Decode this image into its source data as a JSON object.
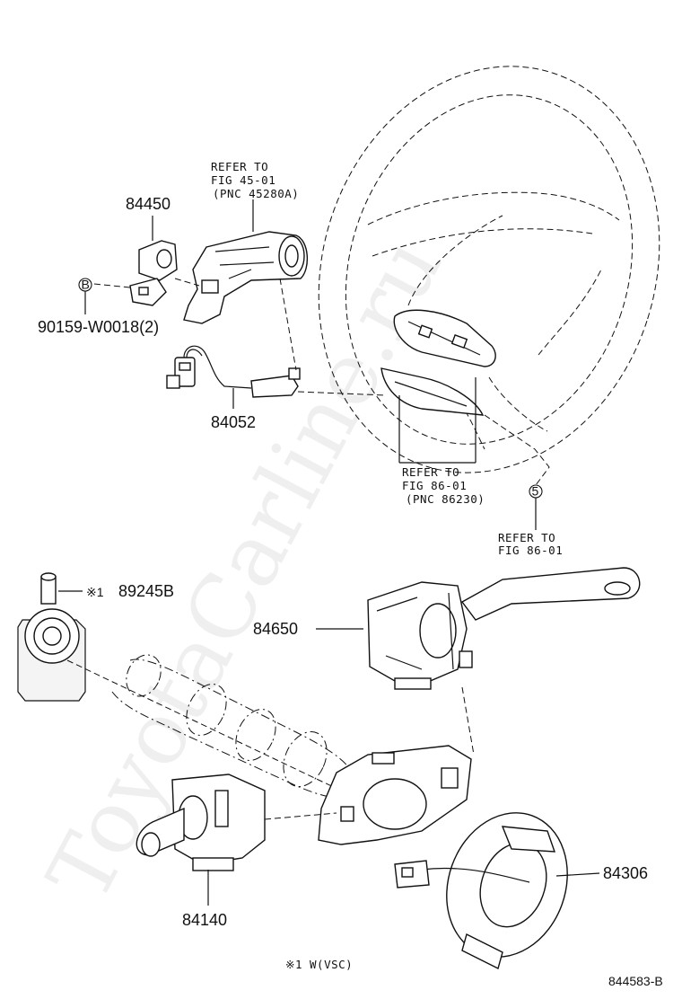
{
  "parts": {
    "p84450": "84450",
    "p90159": "90159-W0018(2)",
    "p84052": "84052",
    "p89245B": "89245B",
    "p84650": "84650",
    "p84306": "84306",
    "p84140": "84140"
  },
  "refs": {
    "ref1": {
      "line1": "REFER TO",
      "line2": "FIG 45-01",
      "line3": "(PNC 45280A)"
    },
    "ref2": {
      "line1": "REFER TO",
      "line2": "FIG 86-01",
      "line3": "(PNC 86230)"
    },
    "ref3": {
      "line1": "REFER TO",
      "line2": "FIG 86-01"
    }
  },
  "markers": {
    "b": "B",
    "five": "5",
    "note_symbol": "※1"
  },
  "footnote": "※1 W(VSC)",
  "diagram_code": "844583-B",
  "watermark": "ToyotaCarline.ru"
}
